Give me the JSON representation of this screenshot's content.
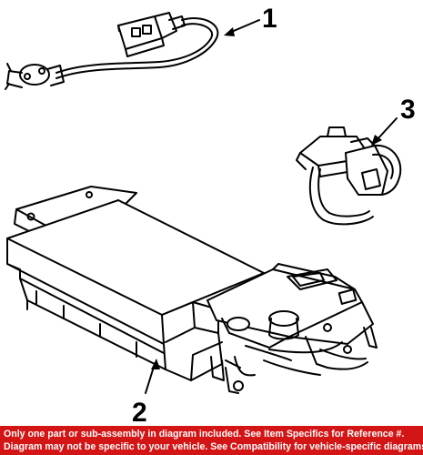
{
  "diagram": {
    "callouts": {
      "sensor_number": "1",
      "canister_number": "2",
      "valve_number": "3"
    },
    "colors": {
      "line": "#000000",
      "background": "#ffffff",
      "banner": "#d41515",
      "banner_text": "#ffffff"
    }
  },
  "footer": {
    "line1": "Only one part or sub-assembly in diagram included. See Item Specifics for Reference #.",
    "line2": "Diagram may not be specific to your vehicle. See Compatibility for vehicle-specific diagrams."
  }
}
